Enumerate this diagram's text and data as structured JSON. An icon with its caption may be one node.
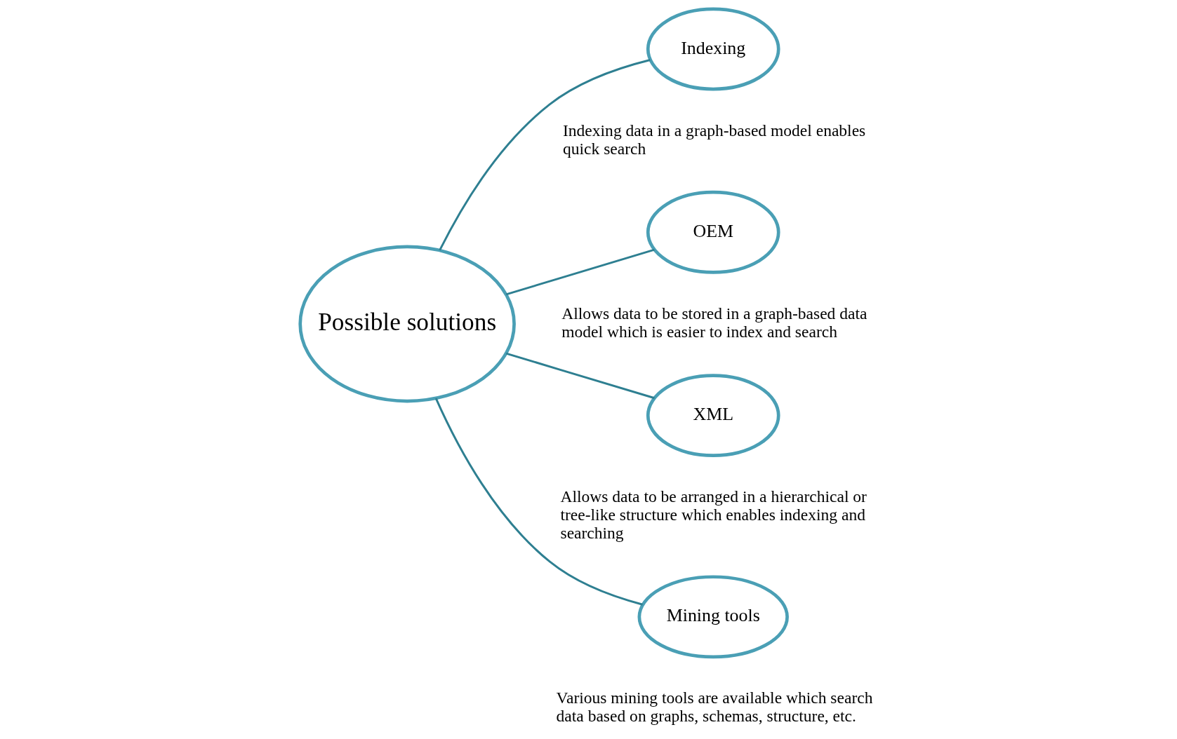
{
  "diagram": {
    "nodes": [
      {
        "text": [
          "Possible solutions"
        ]
      },
      {
        "text": [
          "Indexing"
        ],
        "beside": [
          "Indexing data in a graph-based model enables quick search"
        ]
      },
      {
        "text": [
          "OEM"
        ],
        "beside": [
          "Allows data to be stored in a graph-based data model which is easier to index and search"
        ]
      },
      {
        "text": [
          "XML"
        ],
        "beside": [
          "Allows data to be arranged in a hierarchical or tree-like structure which enables indexing and searching"
        ]
      },
      {
        "text": [
          "Mining tools"
        ],
        "beside": [
          "Various mining tools are available which search data based on graphs, schemas, structure, etc."
        ]
      }
    ],
    "edges": [
      {
        "from": 0,
        "to": 1,
        "arrow": "none"
      },
      {
        "from": 0,
        "to": 2,
        "arrow": "none"
      },
      {
        "from": 0,
        "to": 3,
        "arrow": "none"
      },
      {
        "from": 0,
        "to": 4,
        "arrow": "none"
      }
    ]
  }
}
